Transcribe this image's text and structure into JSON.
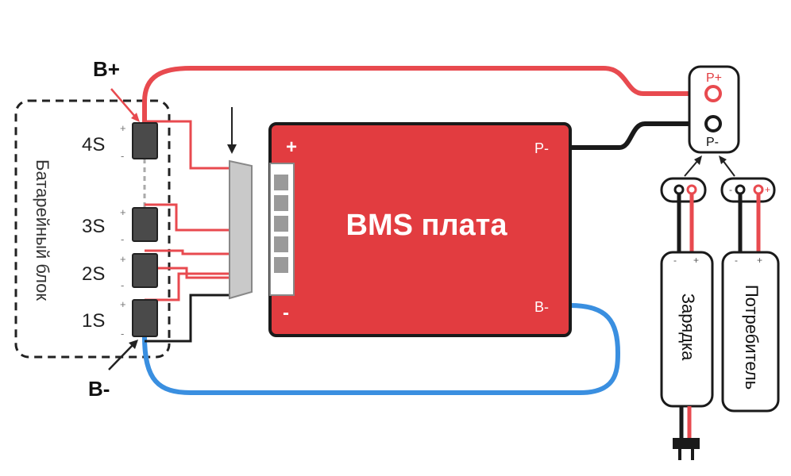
{
  "battery": {
    "b_plus": "B+",
    "b_minus": "B-",
    "block_label": "Батарейный блок",
    "cells": [
      {
        "label": "4S",
        "plus": "+",
        "minus": "-"
      },
      {
        "label": "3S",
        "plus": "+",
        "minus": "-"
      },
      {
        "label": "2S",
        "plus": "+",
        "minus": "-"
      },
      {
        "label": "1S",
        "plus": "+",
        "minus": "-"
      }
    ]
  },
  "bms": {
    "title": "BMS плата",
    "plus": "+",
    "minus": "-",
    "p_minus": "P-",
    "b_minus": "B-"
  },
  "terminal": {
    "p_plus": "P+",
    "p_minus": "P-"
  },
  "charger": {
    "label": "Зарядка",
    "minus": "-",
    "plus": "+"
  },
  "consumer": {
    "label": "Потребитель",
    "minus": "-",
    "plus": "+"
  },
  "colors": {
    "red_wire": "#e84a4f",
    "black_wire": "#1a1a1a",
    "blue_wire": "#3a8fe0",
    "bms_board": "#e23c40",
    "cell": "#4a4a4a",
    "connector": "#c9c9c9"
  }
}
